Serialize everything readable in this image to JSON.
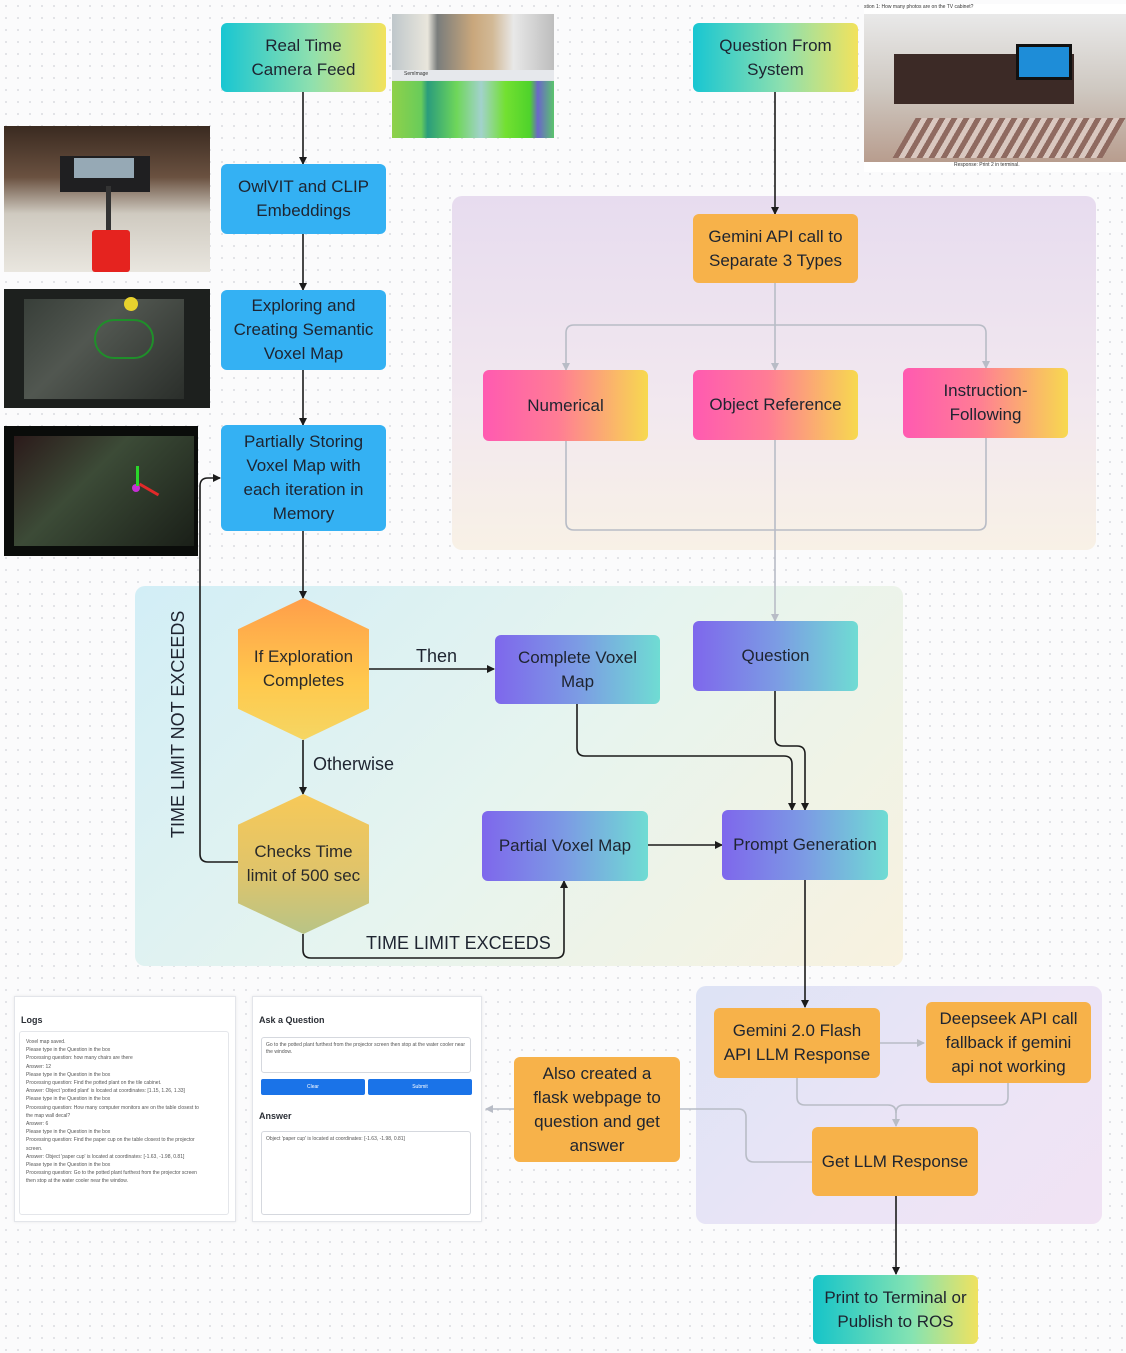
{
  "nodes": {
    "camera_feed": "Real Time\nCamera Feed",
    "owlvit_clip": "OwlVIT and CLIP\nEmbeddings",
    "exploring": "Exploring and\nCreating Semantic\nVoxel Map",
    "partial_storing": "Partially Storing\nVoxel Map with\neach iteration in\nMemory",
    "if_exploration": "If Exploration\nCompletes",
    "checks_time": "Checks Time\nlimit of 500 sec",
    "complete_voxel": "Complete Voxel\nMap",
    "partial_voxel": "Partial Voxel Map",
    "question_from_system": "Question  From\nSystem",
    "gemini_separate": "Gemini API call to\nSeparate 3 Types",
    "numerical": "Numerical",
    "object_reference": "Object Reference",
    "instruction_following": "Instruction-\nFollowing",
    "question": "Question",
    "prompt_generation": "Prompt Generation",
    "gemini_flash": "Gemini 2.0 Flash\nAPI LLM Response",
    "deepseek": "Deepseek API call\nfallback if gemini\napi not working",
    "get_llm": "Get LLM Response",
    "flask": "Also created a\nflask webpage to\nquestion and get\nanswer",
    "print_ros": "Print to Terminal or\nPublish to ROS"
  },
  "edge_labels": {
    "then": "Then",
    "otherwise": "Otherwise",
    "time_limit_exceeds": "TIME LIMIT EXCEEDS",
    "time_limit_not_exceeds": "TIME LIMIT  NOT EXCEEDS"
  },
  "screens": {
    "question_caption": "stion 1: How many photos are on the TV cabinet?",
    "response_caption": "Response: Print 2 in terminal.",
    "semimage_label": "SemImage"
  },
  "webpage": {
    "logs_title": "Logs",
    "log_lines": [
      "Voxel map saved.",
      "Please type in the Question in the box",
      "Processing question: how many chairs are there",
      "Answer: 12",
      "Please type in the Question in the box",
      "Processing question: Find the potted plant on the tile cabinet.",
      "Answer: Object 'potted plant' is located at coordinates: [1.15, 1.26, 1.33]",
      "Please type in the Question in the box",
      "Processing question: How many computer monitors are on the table closest to",
      "the map wall decal?",
      "Answer: 6",
      "Please type in the Question in the box",
      "Processing question: Find the paper cup on the table closest to the projector",
      "screen.",
      "Answer: Object 'paper cup' is located at coordinates: [-1.63, -1.98, 0.81]",
      "Please type in the Question in the box",
      "Processing question: Go to the potted plant furthest from the projector screen",
      "then stop at the water cooler near the window."
    ],
    "ask_title": "Ask a Question",
    "question_text": "Go to the potted plant furthest from the projector screen then stop at the water cooler near the window.",
    "clear_label": "Clear",
    "submit_label": "Submit",
    "answer_title": "Answer",
    "answer_text": "Object 'paper cup' is located at coordinates: [-1.63, -1.98, 0.81]"
  },
  "colors": {
    "blue_node": "#34b1f3",
    "orange_node": "#f7b24a",
    "region_purple": "#ede1f1",
    "region_cyan": "#def1f4"
  }
}
